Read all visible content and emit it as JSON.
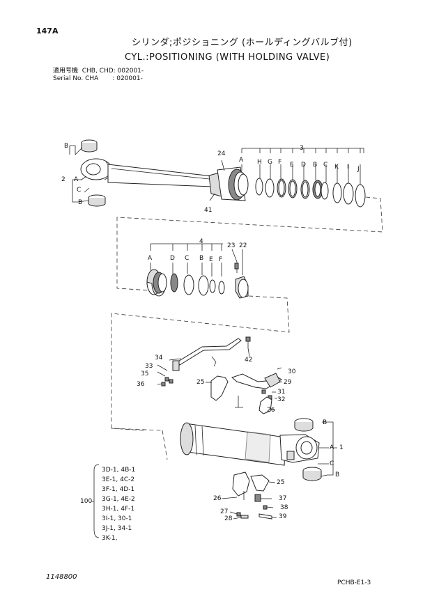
{
  "page_id": "147A",
  "title_jp": "シリンダ;ポジショニング (ホールディングバルブ付)",
  "title_en": "CYL.:POSITIONING (WITH HOLDING VALVE)",
  "applicability": {
    "line1": "適用号機  CHB, CHD: 002001-",
    "line2": "Serial No. CHA       : 020001-"
  },
  "callouts": {
    "top_cylinder": [
      "3",
      "24",
      "A",
      "H",
      "G",
      "F",
      "E",
      "D",
      "B",
      "C",
      "K",
      "I",
      "J",
      "41",
      "2",
      "A",
      "B",
      "C",
      "B"
    ],
    "piston": [
      "4",
      "A",
      "D",
      "C",
      "B",
      "E",
      "F",
      "23",
      "22"
    ],
    "lower": [
      "34",
      "42",
      "33",
      "35",
      "36",
      "25",
      "30",
      "29",
      "31",
      "32",
      "26",
      "B",
      "A",
      "1",
      "C",
      "B",
      "25",
      "26",
      "37",
      "38",
      "27",
      "28",
      "39"
    ]
  },
  "kit_list": {
    "ref": "100",
    "items": [
      "3D-1, 4B-1",
      "3E-1, 4C-2",
      "3F-1, 4D-1",
      "3G-1, 4E-2",
      "3H-1, 4F-1",
      "3I-1, 30-1",
      "3J-1, 34-1",
      "3K-1,"
    ]
  },
  "footer": {
    "drawing_no": "1148800",
    "page_code": "PCHB-E1-3"
  }
}
